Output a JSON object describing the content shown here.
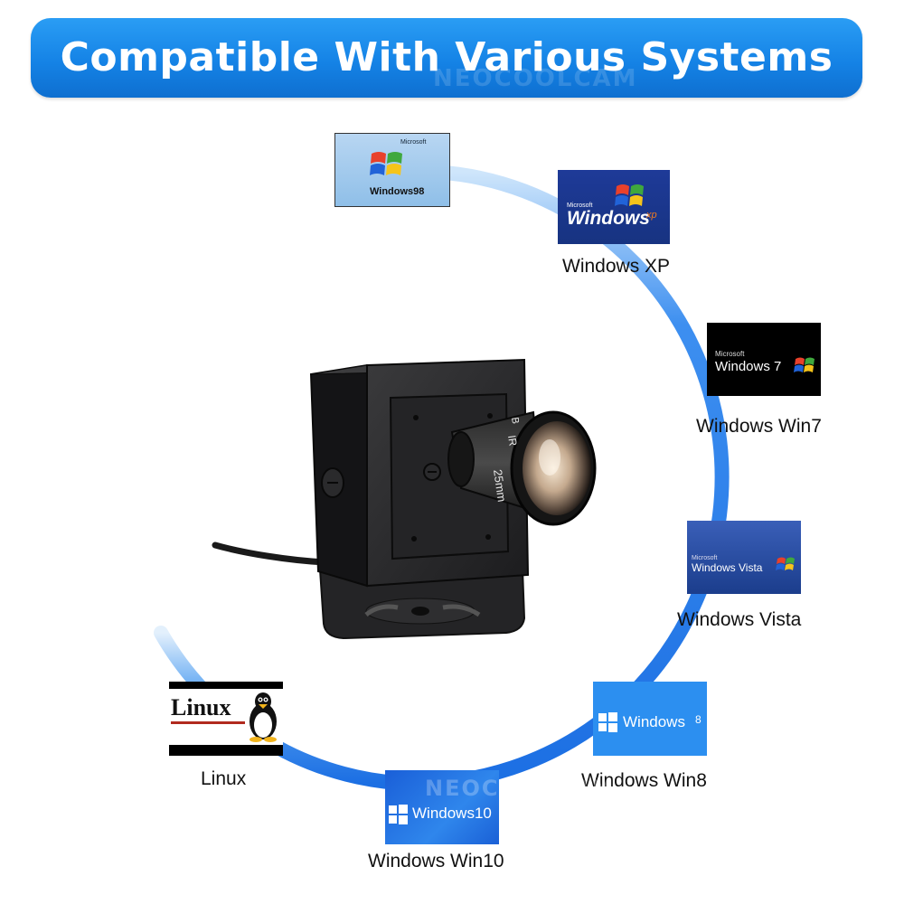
{
  "banner": {
    "title": "Compatible With Various Systems"
  },
  "watermark": "NEOCOOLCAM",
  "systems": [
    {
      "caption": "",
      "logo_main": "Windows98",
      "logo_brand": "Microsoft"
    },
    {
      "caption": "Windows XP",
      "logo_main": "Windows",
      "logo_sup": "xp",
      "logo_brand": "Microsoft"
    },
    {
      "caption": "Windows Win7",
      "logo_main": "Windows 7",
      "logo_brand": "Microsoft"
    },
    {
      "caption": "Windows Vista",
      "logo_main": "Windows Vista",
      "logo_brand": "Microsoft"
    },
    {
      "caption": "Windows Win8",
      "logo_main": "Windows",
      "logo_sup": "8"
    },
    {
      "caption": "Windows Win10",
      "logo_main": "Windows10"
    },
    {
      "caption": "Linux",
      "logo_main": "Linux"
    }
  ],
  "camera": {
    "lens_text": "25mm",
    "lens_ir": "IR",
    "lens_top": "B"
  },
  "colors": {
    "banner": "#1583e6",
    "arc": "#1f78e8",
    "caption": "#111111"
  },
  "icons": [
    "windows-flag-icon",
    "tux-penguin-icon",
    "camera-icon"
  ]
}
